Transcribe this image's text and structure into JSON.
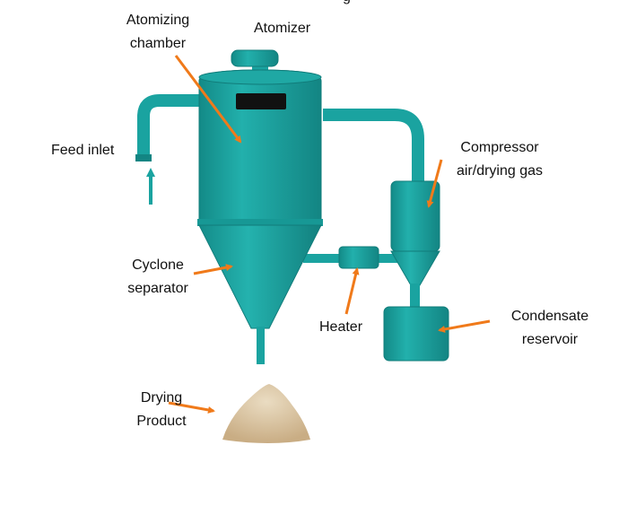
{
  "diagram": {
    "title_fragment": "g",
    "labels": {
      "atomizing_chamber": [
        "Atomizing",
        "chamber"
      ],
      "atomizer": "Atomizer",
      "feed_inlet": "Feed inlet",
      "compressor": [
        "Compressor",
        "air/drying gas"
      ],
      "cyclone_separator": [
        "Cyclone",
        "separator"
      ],
      "heater": "Heater",
      "condensate_reservoir": [
        "Condensate",
        "reservoir"
      ],
      "drying_product": [
        "Drying",
        "Product"
      ]
    }
  },
  "colors": {
    "equipment": "#1aa3a0",
    "equipment_dark": "#138583",
    "arrow": "#f07a1a",
    "powder": "#d9c3a0",
    "text": "#111111"
  }
}
